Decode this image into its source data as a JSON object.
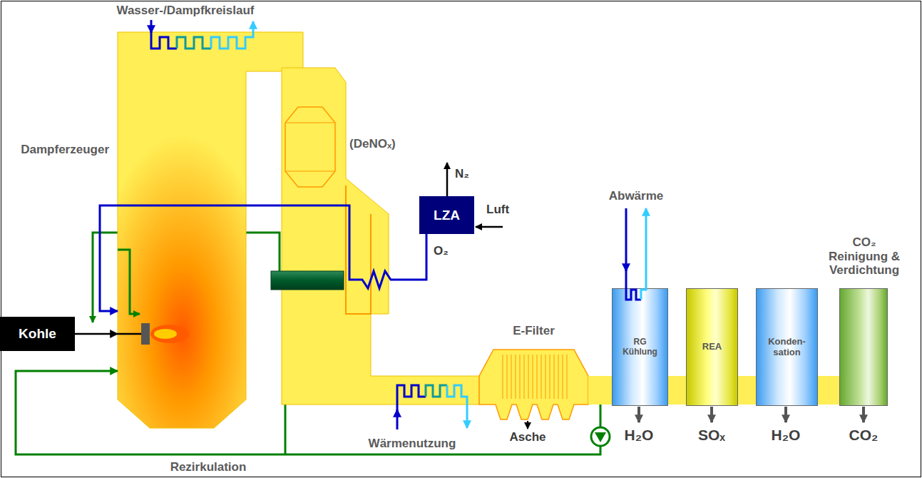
{
  "diagram": {
    "nodes": [
      {
        "text": [
          "Kohle"
        ]
      },
      {
        "text": [
          "Dampferzeuger"
        ]
      },
      {
        "text": [
          "(DeNOₓ)"
        ]
      },
      {
        "text": [
          "LZA"
        ]
      },
      {
        "text": [
          "E-Filter"
        ]
      },
      {
        "text": [
          "RG Kühlung"
        ]
      },
      {
        "text": [
          "REA"
        ]
      },
      {
        "text": [
          "Konden- sation"
        ]
      },
      {
        "text": [
          "CO₂ Reinigung & Verdichtung"
        ]
      }
    ],
    "edges": [
      {
        "from": 0,
        "to": 1,
        "arrow": "to"
      },
      {
        "from": 3,
        "to": 1,
        "label": "O₂",
        "arrow": "to"
      },
      {
        "from": 4,
        "to": 1,
        "label": "Rezirkulation",
        "arrow": "to"
      },
      {
        "from": 4,
        "to": 5,
        "arrow": "none"
      },
      {
        "from": 5,
        "to": 6,
        "arrow": "none"
      },
      {
        "from": 6,
        "to": 7,
        "arrow": "none"
      },
      {
        "from": 7,
        "to": 8,
        "arrow": "none"
      }
    ],
    "labels": [
      "Wasser-/Dampfkreislauf",
      "N₂",
      "Luft",
      "Abwärme",
      "Wärmenutzung",
      "Asche",
      "H₂O",
      "SOₓ",
      "H₂O",
      "CO₂"
    ]
  }
}
